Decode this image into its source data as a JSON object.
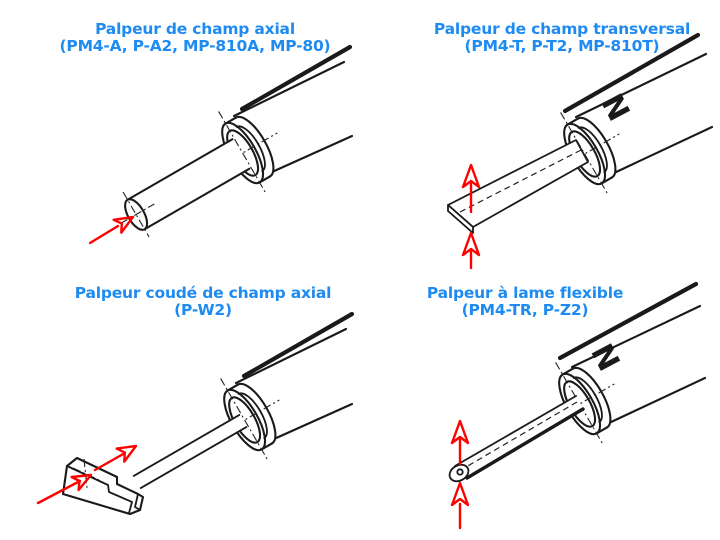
{
  "colors": {
    "title_blue": "#1e8bf2",
    "line_black": "#1a1a1a",
    "arrow_red": "#ff0000"
  },
  "panels": [
    {
      "id": "champ-axial",
      "title": "Palpeur de champ axial",
      "models": "(PM4-A, P-A2, MP-810A, MP-80)",
      "marking": ""
    },
    {
      "id": "champ-transversal",
      "title": "Palpeur de champ transversal",
      "models": "(PM4-T, P-T2, MP-810T)",
      "marking": "N"
    },
    {
      "id": "coude-champ-axial",
      "title": "Palpeur coudé de champ axial",
      "models": "(P-W2)",
      "marking": ""
    },
    {
      "id": "lame-flexible",
      "title": "Palpeur à lame flexible",
      "models": "(PM4-TR, P-Z2)",
      "marking": "N"
    }
  ]
}
